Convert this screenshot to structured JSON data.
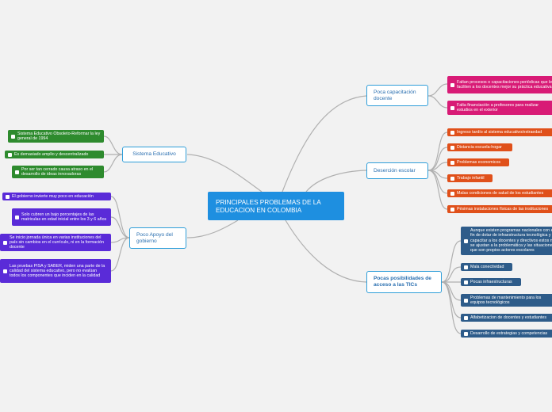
{
  "central": {
    "label": "PRINCIPALES PROBLEMAS DE LA EDUCACION EN COLOMBIA"
  },
  "branches": {
    "capacitacion": {
      "label": "Poca capacitación docente",
      "items": [
        "Faltan procesos o capacitaciones  periódicas que le faciliten a los docentes mejor su práctica educativa",
        "Falta financiación a profesores para realizar estudios en el exterior"
      ]
    },
    "desercion": {
      "label": "Deserción escolar",
      "items": [
        "Ingreso tardío al sistema educativo/extraedad",
        "Distancia escuela-hogar",
        "Problemas economicos",
        "Trabajo infantil",
        "Malas condiciones de salud de los estudiantes",
        "Pésimas instalaciones físicas de las instituciones"
      ]
    },
    "tics": {
      "label": "Pocas posibilidades de acceso a las TICs",
      "items": [
        "Aunque existen programas nacionales con el fin de dotar de infraestructura tecnológica y capacitar a los docentes y directivos estos no se ajustan a la problemática y las situaciones que son propios actores escolares",
        "Mala conectividad",
        "Pocas infraestructuras",
        "Problemas de mantenimiento para los equipos tecnológicos",
        "Alfabetizacion de docentes y estudiantes",
        "Desarrollo de estrategias y competencias"
      ]
    },
    "sistema": {
      "label": "Sistema Educativo",
      "items": [
        "Sistema Educativo Obsoleto-Reformar la ley general de 1994",
        "Es demasiado amplio y descentralizado",
        "Por ser tan cerrado causa atraso en el desarrollo de ideas innovadoras"
      ]
    },
    "gobierno": {
      "label": "Poco Apoyo del gobierno",
      "items": [
        "El gobierno invierte muy poco en educación",
        "Solo cubren un bajo porcentajes de las matriculas en edad inicial entre los 3 y 6 años",
        "Se inicio jornada única en varias instituciones del país sin cambios en el currículo, ni en la formación docente",
        "Las pruebas PISA y SABER, miden una parte de la calidad del sistema educativo, pero no evalúan todos los componentes que inciden en la calidad"
      ]
    }
  },
  "colors": {
    "background": "#f2f2f2",
    "central": "#1e8fe0",
    "branch_border": "#2f9ed9",
    "connector": "#b0b0b0",
    "capacitacion_leaf": "#d81b76",
    "desercion_leaf": "#e0501a",
    "tics_leaf": "#2e5c8a",
    "sistema_leaf": "#2e8b2e",
    "gobierno_leaf": "#5a2bd8"
  }
}
